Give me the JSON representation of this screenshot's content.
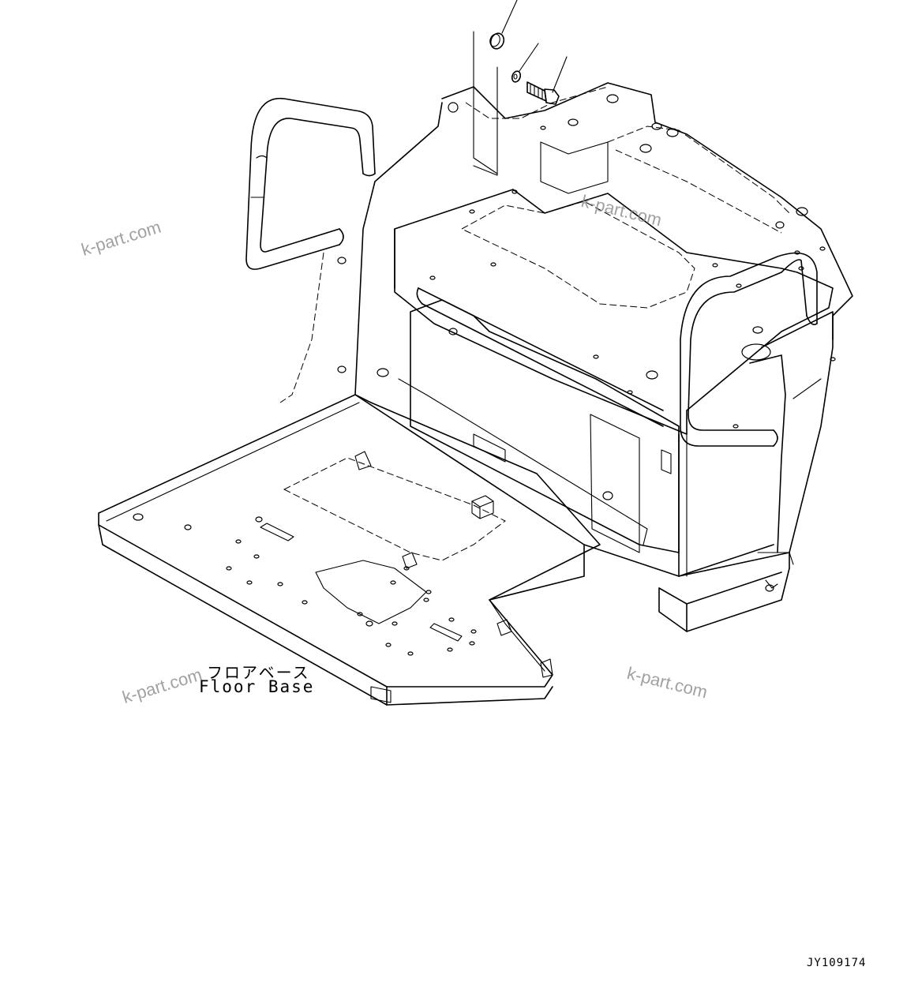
{
  "part_label": {
    "japanese": "フロアベース",
    "english": "Floor Base"
  },
  "drawing_number": "JY109174",
  "watermarks": [
    "k-part.com",
    "k-part.com",
    "k-part.com",
    "k-part.com"
  ],
  "colors": {
    "line": "#000000",
    "background": "#ffffff",
    "watermark": "#8a8a8a"
  }
}
